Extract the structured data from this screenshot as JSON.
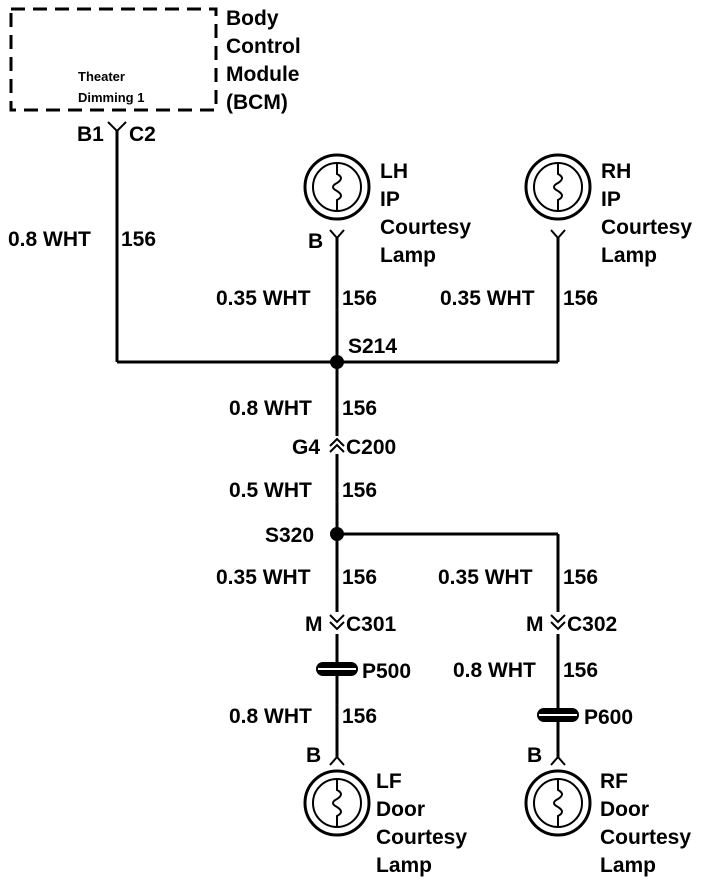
{
  "bcm": {
    "title_lines": [
      "Body",
      "Control",
      "Module",
      "(BCM)"
    ],
    "inner_lines": [
      "Theater",
      "Dimming 1"
    ],
    "pin": "B1",
    "connector": "C2"
  },
  "bcm_wire": {
    "gauge_color": "0.8 WHT",
    "circuit": "156"
  },
  "lamps": {
    "lh_ip": {
      "lines": [
        "LH",
        "IP",
        "Courtesy",
        "Lamp"
      ],
      "pin": "B",
      "wire_gauge_color": "0.35 WHT",
      "wire_circuit": "156"
    },
    "rh_ip": {
      "lines": [
        "RH",
        "IP",
        "Courtesy",
        "Lamp"
      ],
      "wire_gauge_color": "0.35 WHT",
      "wire_circuit": "156"
    },
    "lf_door": {
      "lines": [
        "LF",
        "Door",
        "Courtesy",
        "Lamp"
      ],
      "pin": "B"
    },
    "rf_door": {
      "lines": [
        "RF",
        "Door",
        "Courtesy",
        "Lamp"
      ],
      "pin": "B"
    }
  },
  "splice_s214": {
    "label": "S214"
  },
  "trunk_upper": {
    "gauge_color": "0.8 WHT",
    "circuit": "156"
  },
  "connector_c200": {
    "pin": "G4",
    "label": "C200"
  },
  "trunk_lower": {
    "gauge_color": "0.5 WHT",
    "circuit": "156"
  },
  "splice_s320": {
    "label": "S320"
  },
  "left_branch": {
    "wire1": {
      "gauge_color": "0.35 WHT",
      "circuit": "156"
    },
    "connector": {
      "pin": "M",
      "label": "C301"
    },
    "pass_through": "P500",
    "wire2": {
      "gauge_color": "0.8 WHT",
      "circuit": "156"
    }
  },
  "right_branch": {
    "wire1": {
      "gauge_color": "0.35 WHT",
      "circuit": "156"
    },
    "connector": {
      "pin": "M",
      "label": "C302"
    },
    "wire2": {
      "gauge_color": "0.8 WHT",
      "circuit": "156"
    },
    "pass_through": "P600"
  }
}
